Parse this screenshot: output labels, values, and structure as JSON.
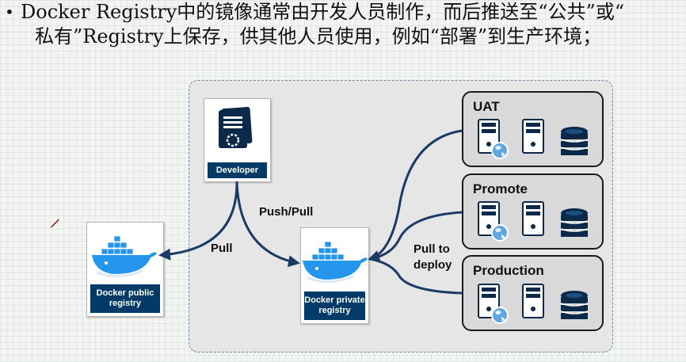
{
  "slide": {
    "bullet": "•",
    "line1": "Docker Registry中的镜像通常由开发人员制作，而后推送至“公共”或“",
    "line2": "私有”Registry上保存，供其他人员使用，例如“部署”到生产环境；"
  },
  "diagram": {
    "developer_label": "Developer",
    "public_registry_label": "Docker public registry",
    "private_registry_label": "Docker private registry",
    "arrow_pull": "Pull",
    "arrow_push_pull": "Push/Pull",
    "arrow_pull_to_deploy_line1": "Pull to",
    "arrow_pull_to_deploy_line2": "deploy",
    "environments": [
      {
        "name": "UAT"
      },
      {
        "name": "Promote"
      },
      {
        "name": "Production"
      }
    ]
  },
  "colors": {
    "navy": "#003a66",
    "arrow": "#1c3a66",
    "whale": "#2496ed",
    "panel": "#e6e6e6"
  }
}
